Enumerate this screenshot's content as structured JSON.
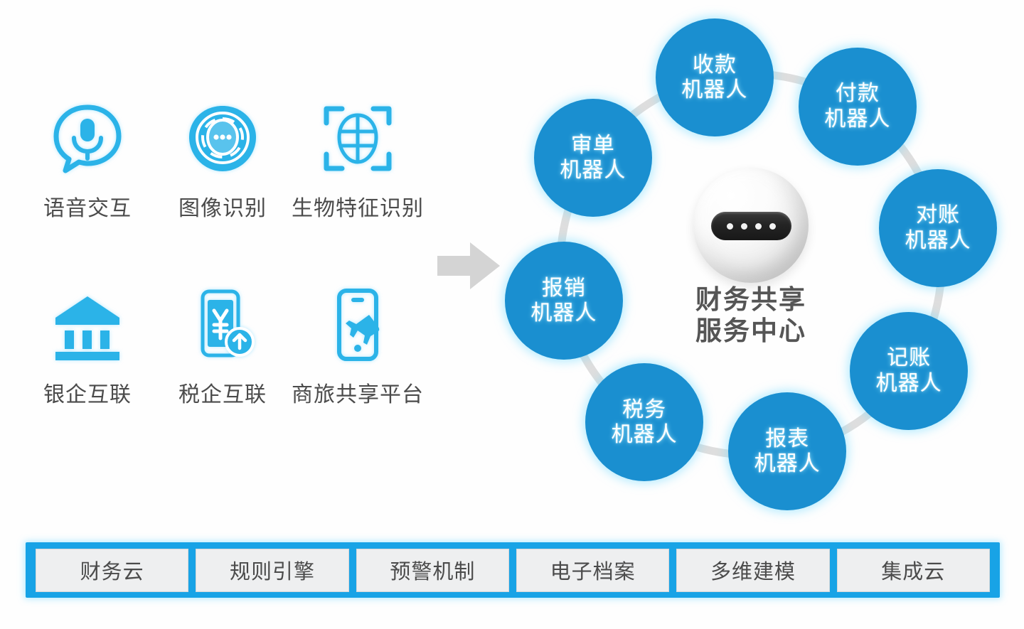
{
  "capabilities": {
    "items": [
      {
        "label": "语音交互",
        "icon": "voice-interaction-icon"
      },
      {
        "label": "图像识别",
        "icon": "image-recognition-icon"
      },
      {
        "label": "生物特征识别",
        "icon": "biometric-recognition-icon"
      },
      {
        "label": "银企互联",
        "icon": "bank-enterprise-link-icon"
      },
      {
        "label": "税企互联",
        "icon": "tax-enterprise-link-icon"
      },
      {
        "label": "商旅共享平台",
        "icon": "business-travel-platform-icon"
      }
    ]
  },
  "flow": {
    "arrow_icon": "right-arrow-icon"
  },
  "ring": {
    "hub": {
      "icon": "robot-head-icon",
      "title_line1": "财务共享",
      "title_line2": "服务中心",
      "dot_count": 4
    },
    "nodes": [
      {
        "line1": "收款",
        "line2": "机器人",
        "angle": -11
      },
      {
        "line1": "付款",
        "line2": "机器人",
        "angle": 34
      },
      {
        "line1": "对账",
        "line2": "机器人",
        "angle": 79
      },
      {
        "line1": "记账",
        "line2": "机器人",
        "angle": 124
      },
      {
        "line1": "报表",
        "line2": "机器人",
        "angle": 169
      },
      {
        "line1": "税务",
        "line2": "机器人",
        "angle": 214
      },
      {
        "line1": "报销",
        "line2": "机器人",
        "angle": 259
      },
      {
        "line1": "审单",
        "line2": "机器人",
        "angle": 304
      }
    ]
  },
  "platform": {
    "items": [
      "财务云",
      "规则引擎",
      "预警机制",
      "电子档案",
      "多维建模",
      "集成云"
    ]
  },
  "colors": {
    "node_blue": "#1a8fd0",
    "platform_blue": "#18a3e6",
    "icon_cyan": "#2bb3e8",
    "label_gray": "#4b4b4b",
    "ring_gray": "#dcdcdc",
    "arrow_gray": "#d4d4d4",
    "box_gray": "#eeeff0"
  }
}
